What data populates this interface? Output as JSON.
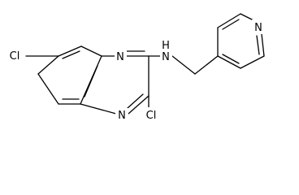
{
  "structure": {
    "atom_labels": {
      "cl_left": "Cl",
      "cl_bottom": "Cl",
      "n_ring_top": "N",
      "n_ring_bottom": "N",
      "n_amine": "N",
      "h_amine": "H",
      "n_pyridine": "N"
    },
    "colors": {
      "bond": "#000000",
      "text": "#000000",
      "background": "#ffffff"
    }
  }
}
